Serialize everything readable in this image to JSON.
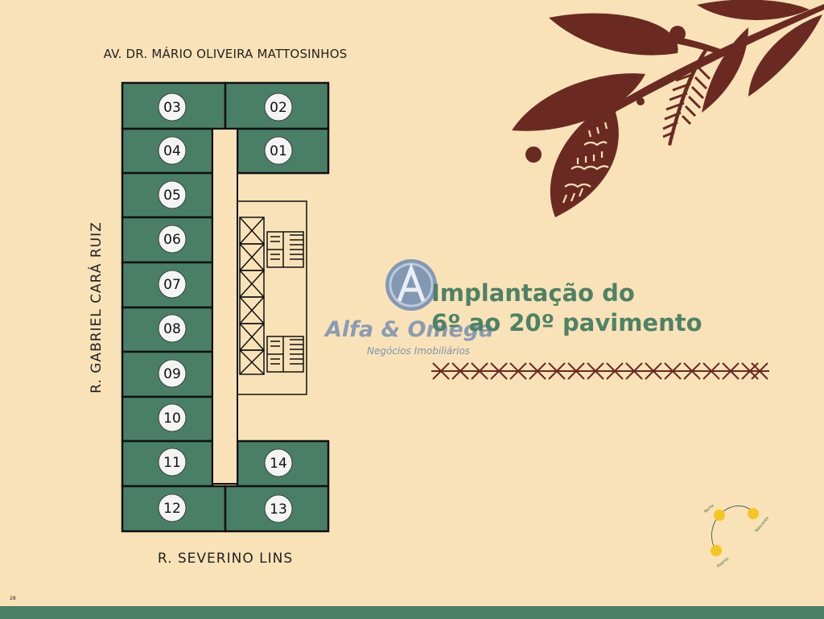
{
  "streets": {
    "top": "AV. DR. MÁRIO OLIVEIRA MATTOSINHOS",
    "left": "R. GABRIEL CARÁ RUIZ",
    "bottom": "R. SEVERINO LINS"
  },
  "title": {
    "line1": "Implantação do",
    "line2": "6º ao 20º pavimento"
  },
  "watermark": {
    "name": "Alfa & Omega",
    "subtitle": "Negócios Imobiliários"
  },
  "units": [
    "03",
    "02",
    "04",
    "01",
    "05",
    "06",
    "07",
    "08",
    "09",
    "10",
    "11",
    "14",
    "12",
    "13"
  ],
  "compass": {
    "top": "Norte",
    "right": "Nascente",
    "bottom": "Poente"
  },
  "page_number": "28",
  "colors": {
    "background": "#fae2b8",
    "unit_fill": "#4a7f67",
    "title": "#4e8266",
    "leaf": "#6a2a22",
    "sun": "#f5c623",
    "footer": "#4a7f67"
  }
}
